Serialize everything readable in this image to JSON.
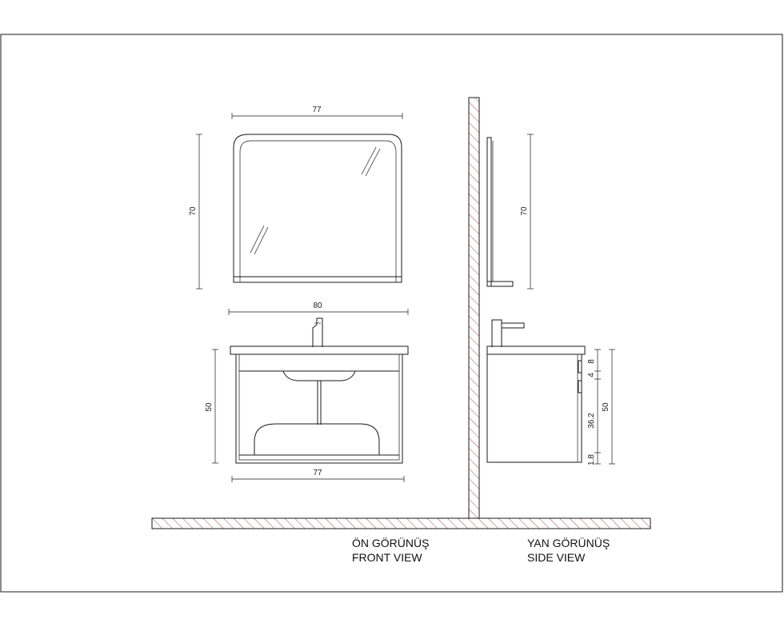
{
  "front_mirror": {
    "width_label": "77",
    "height_label": "70"
  },
  "front_cabinet": {
    "top_width_label": "80",
    "bottom_width_label": "77",
    "height_label": "50"
  },
  "side_mirror": {
    "height_label": "70"
  },
  "side_cabinet": {
    "total_height_label": "50",
    "segments": [
      "8",
      "4",
      "36.2",
      "1.8"
    ]
  },
  "captions": {
    "front": {
      "line1": "ÖN GÖRÜNÜŞ",
      "line2": "FRONT VIEW"
    },
    "side": {
      "line1": "YAN GÖRÜNÜŞ",
      "line2": "SIDE VIEW"
    }
  },
  "colors": {
    "hatch": "#7a2a1e",
    "line": "#1a1a1a"
  }
}
